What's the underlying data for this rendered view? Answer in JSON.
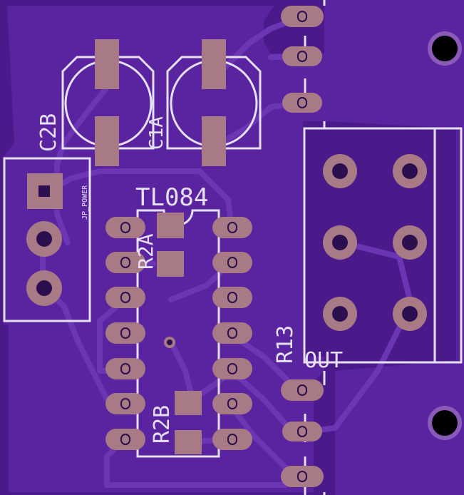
{
  "colors": {
    "board_bg": "#4a1a8a",
    "copper_pour": "#5a23a0",
    "trace": "#6b35b3",
    "pad": "#a87a86",
    "drill": "#2b0f4e",
    "silkscreen": "#e6e0f5",
    "mounting_hole": "#000000"
  },
  "labels": {
    "c2b": "C2B",
    "c1a": "C1A",
    "tl084": "TL084",
    "r2a": "R2A",
    "r2b": "R2B",
    "r13": "R13",
    "out": "OUT",
    "jp_power": "JP_POWER"
  }
}
